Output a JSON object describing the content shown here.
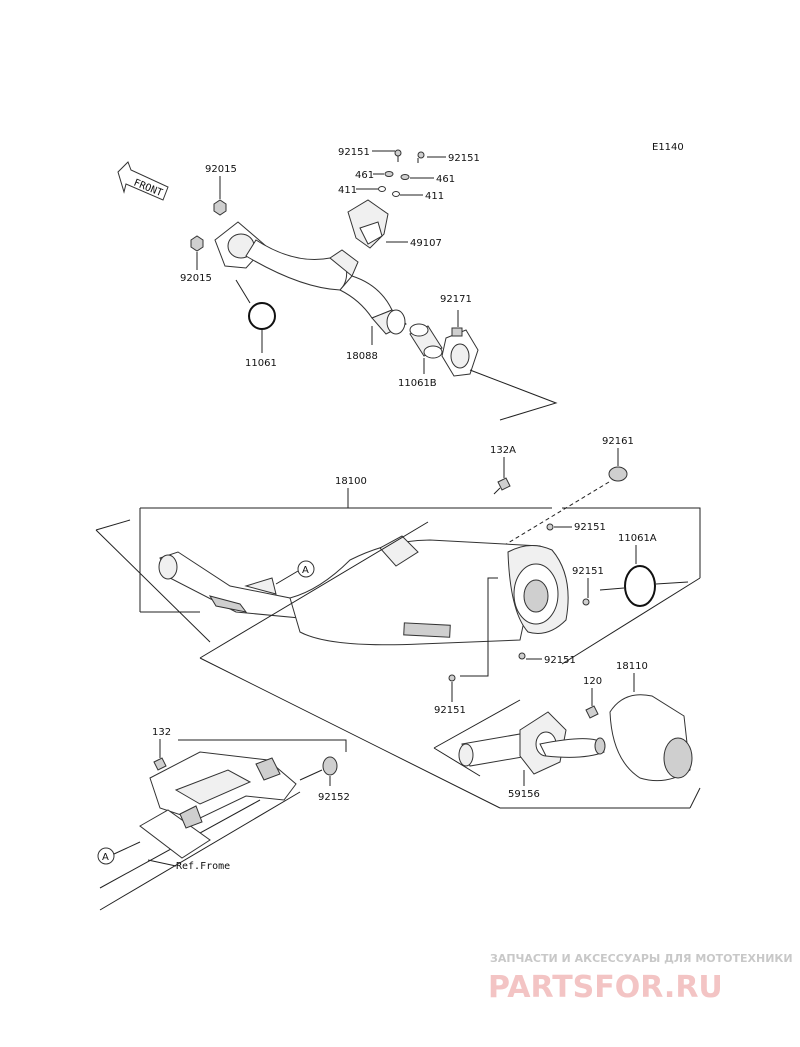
{
  "diagram": {
    "code": "E1140",
    "front_label": "FRONT",
    "ref_label": "Ref.Frome",
    "callout_a": "A",
    "parts": {
      "p92151_a": "92151",
      "p92151_b": "92151",
      "p461_a": "461",
      "p461_b": "461",
      "p411_a": "411",
      "p411_b": "411",
      "p49107": "49107",
      "p92015_a": "92015",
      "p92015_b": "92015",
      "p11061": "11061",
      "p18088": "18088",
      "p92171": "92171",
      "p11061b": "11061B",
      "p132a": "132A",
      "p92161": "92161",
      "p18100": "18100",
      "p92151_c": "92151",
      "p11061a": "11061A",
      "p92151_d": "92151",
      "p92151_e": "92151",
      "p92151_f": "92151",
      "p120": "120",
      "p18110": "18110",
      "p59156": "59156",
      "p132": "132",
      "p92152": "92152"
    }
  },
  "watermark": {
    "tagline": "ЗАПЧАСТИ И АКСЕССУАРЫ ДЛЯ МОТОТЕХНИКИ",
    "logo": "PARTSFOR.RU",
    "logo_color": "#f3c4c4"
  }
}
